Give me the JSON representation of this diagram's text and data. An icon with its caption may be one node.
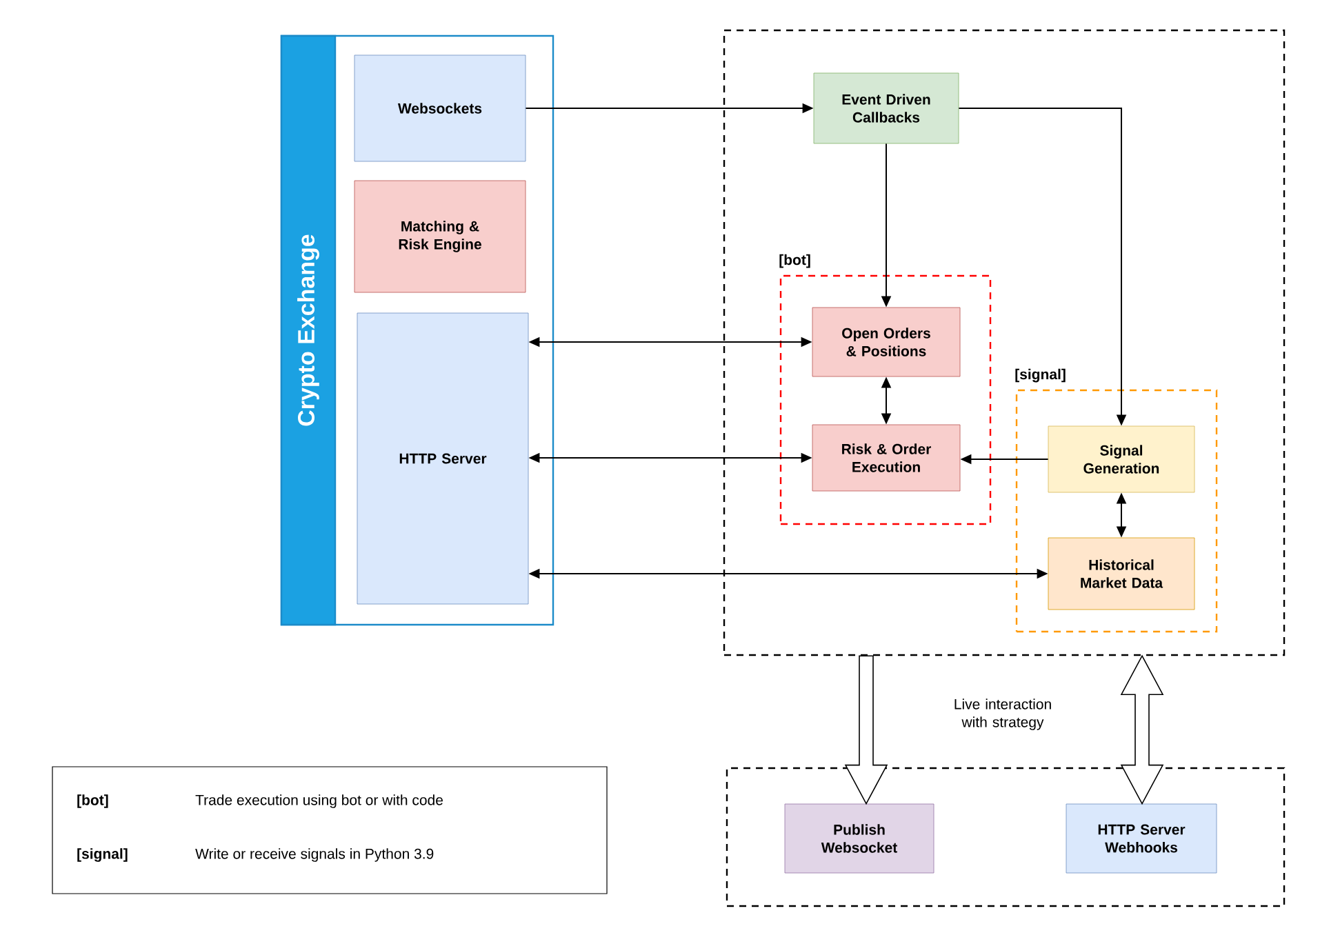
{
  "diagram": {
    "nodes": [
      {
        "text": [
          "Crypto Exchange"
        ]
      },
      {
        "text": [
          "Websockets"
        ],
        "in": 0
      },
      {
        "text": [
          "Matching & Risk Engine"
        ],
        "in": 0
      },
      {
        "text": [
          "HTTP Server"
        ],
        "in": 0
      },
      {
        "text": [],
        "shape": "box"
      },
      {
        "text": [
          "Event Driven Callbacks"
        ],
        "in": 4
      },
      {
        "text": [
          "[bot]"
        ],
        "in": 4
      },
      {
        "text": [
          "Open Orders & Positions"
        ],
        "in": 6
      },
      {
        "text": [
          "Risk & Order Execution"
        ],
        "in": 6
      },
      {
        "text": [
          "[signal]"
        ],
        "in": 4
      },
      {
        "text": [
          "Signal Generation"
        ],
        "in": 9
      },
      {
        "text": [
          "Historical Market Data"
        ],
        "in": 9
      },
      {
        "text": [],
        "shape": "box"
      },
      {
        "text": [
          "Publish Websocket"
        ],
        "in": 12
      },
      {
        "text": [
          "HTTP Server Webhooks"
        ],
        "in": 12
      }
    ],
    "edges": [
      {
        "from": 1,
        "to": 5,
        "arrow": "to"
      },
      {
        "from": 5,
        "to": 10,
        "arrow": "to"
      },
      {
        "from": 5,
        "to": 7,
        "arrow": "to"
      },
      {
        "from": 3,
        "to": 7,
        "arrow": "both"
      },
      {
        "from": 7,
        "to": 8,
        "arrow": "both"
      },
      {
        "from": 3,
        "to": 8,
        "arrow": "both"
      },
      {
        "from": 10,
        "to": 8,
        "arrow": "to"
      },
      {
        "from": 10,
        "to": 11,
        "arrow": "both"
      },
      {
        "from": 11,
        "to": 3,
        "arrow": "both"
      },
      {
        "from": 4,
        "to": 13,
        "arrow": "to",
        "style": "thick"
      },
      {
        "from": 4,
        "to": 14,
        "arrow": "both",
        "style": "thick"
      }
    ],
    "labels": [
      "Live interaction with strategy",
      "[bot]",
      "Trade execution using bot or with code",
      "[signal]",
      "Write or receive signals in Python 3.9"
    ]
  }
}
